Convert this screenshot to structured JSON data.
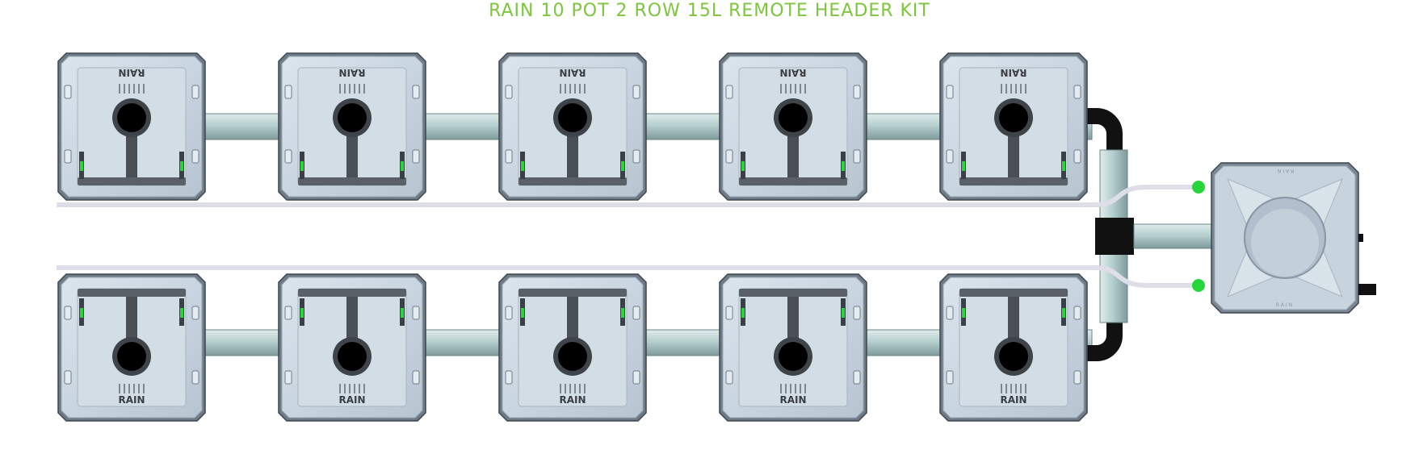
{
  "title": "RAIN 10 POT 2 ROW 15L REMOTE HEADER KIT",
  "pot_brand_label": "RAIN",
  "colors": {
    "title": "#7cc63c",
    "pot_body": "#c9d5df",
    "pot_rim": "#9aa8b4",
    "pipe": "#a9c3c3",
    "feed_tube": "#dedee8",
    "fitting_green": "#27d63a",
    "elbow": "#111111"
  },
  "rows": [
    {
      "name": "top-row",
      "pot_count": 5,
      "orientation": "flipped"
    },
    {
      "name": "bottom-row",
      "pot_count": 5,
      "orientation": "upright"
    }
  ],
  "reservoir": {
    "name": "reservoir",
    "label": "RAIN"
  }
}
